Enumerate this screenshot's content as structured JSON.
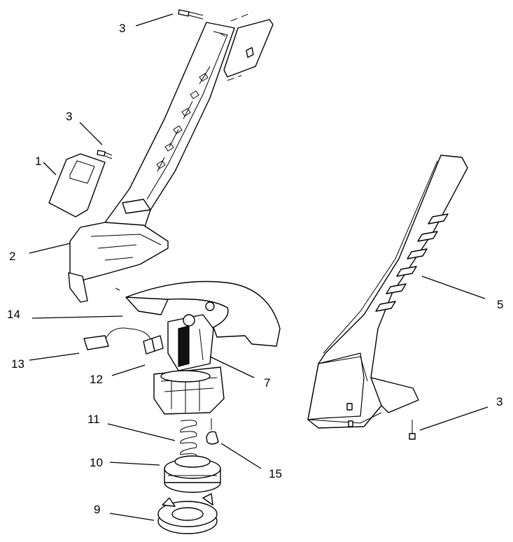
{
  "callouts": {
    "c1": "1",
    "c2": "2",
    "c3a": "3",
    "c3b": "3",
    "c3c": "3",
    "c5": "5",
    "c7": "7",
    "c9": "9",
    "c10": "10",
    "c11": "11",
    "c12": "12",
    "c13": "13",
    "c14": "14",
    "c15": "15"
  }
}
